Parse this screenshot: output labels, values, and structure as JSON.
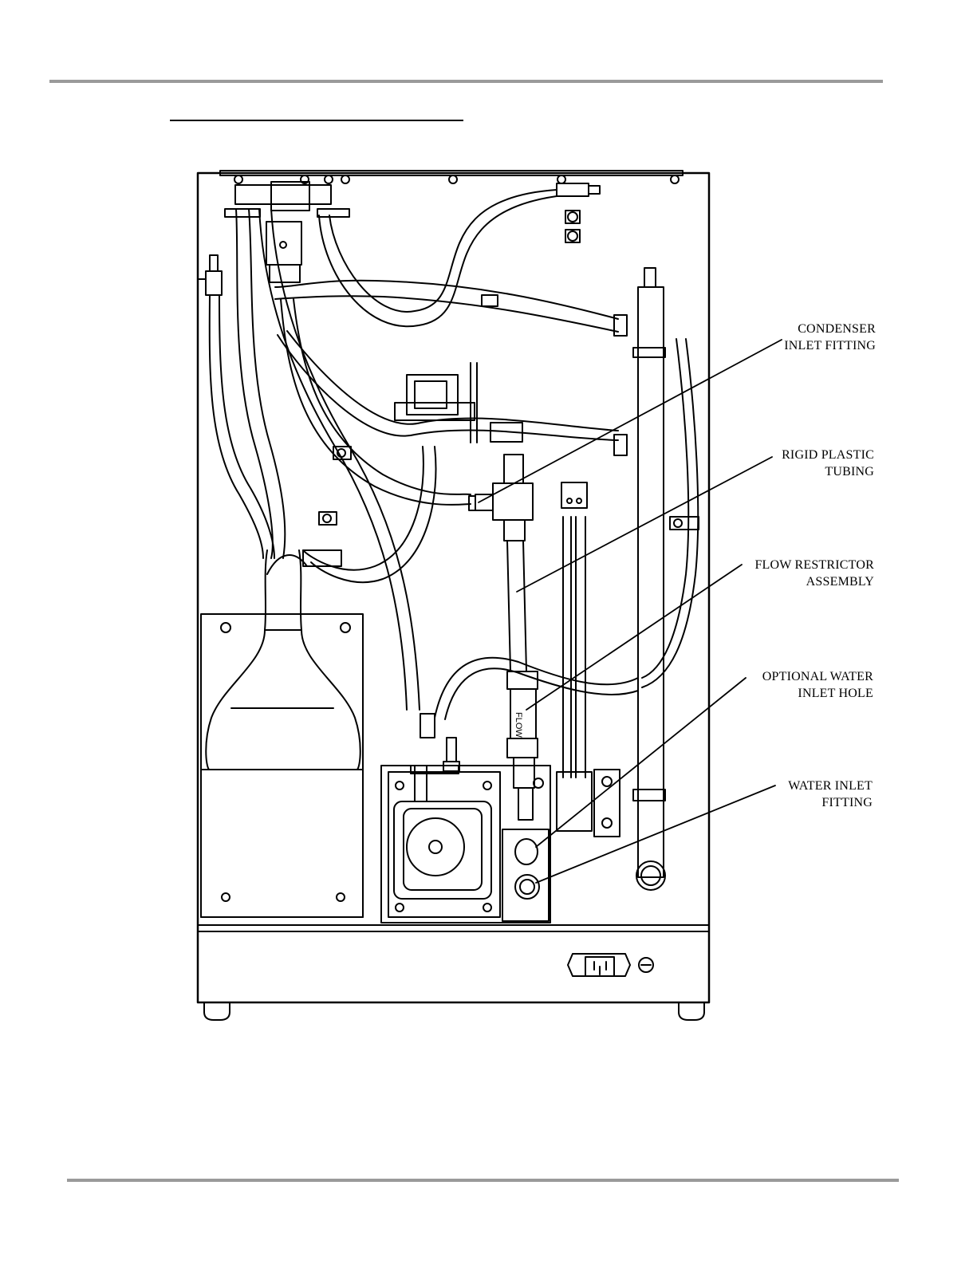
{
  "callouts": {
    "condenser_inlet_fitting": {
      "line1": "CONDENSER",
      "line2": "INLET FITTING"
    },
    "rigid_plastic_tubing": {
      "line1": "RIGID PLASTIC",
      "line2": "TUBING"
    },
    "flow_restrictor_assembly": {
      "line1": "FLOW RESTRICTOR",
      "line2": "ASSEMBLY"
    },
    "optional_water_inlet_hole": {
      "line1": "OPTIONAL WATER",
      "line2": "INLET HOLE"
    },
    "water_inlet_fitting": {
      "line1": "WATER INLET",
      "line2": "FITTING"
    }
  },
  "flow_restrictor_marking": "FLOW",
  "colors": {
    "ink": "#000000",
    "rule": "#9a9a9a",
    "paper": "#ffffff"
  }
}
